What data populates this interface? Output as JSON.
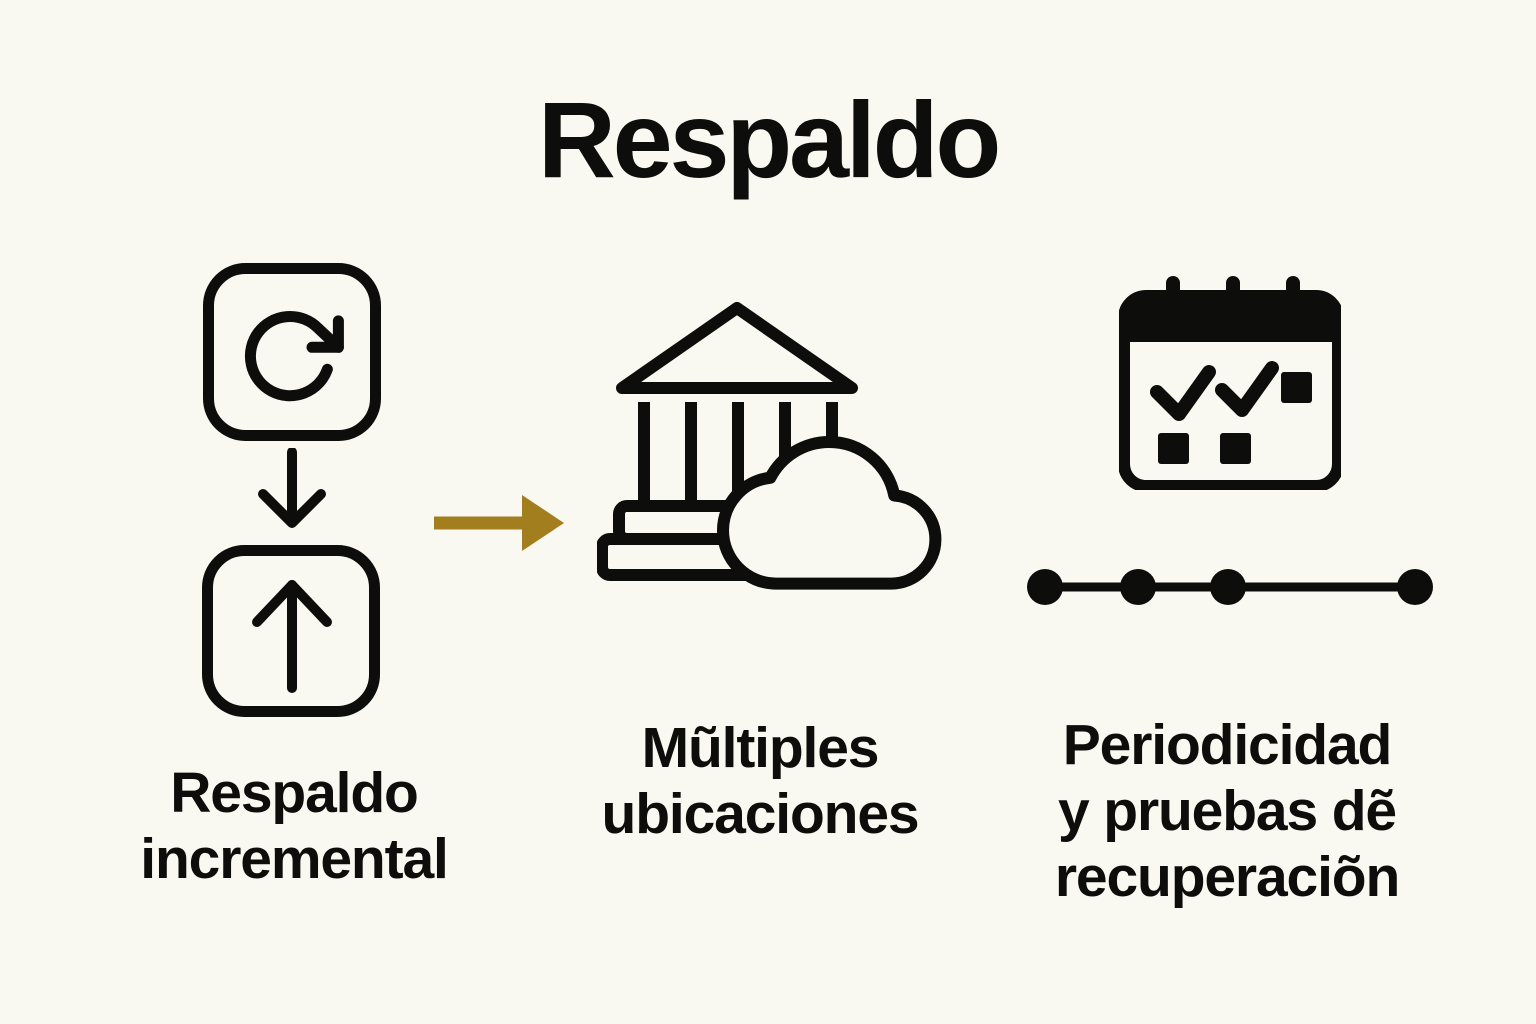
{
  "title": "Respaldo",
  "colors": {
    "bg": "#FAF9F1",
    "ink": "#0D0D0B",
    "accent": "#A37E1E"
  },
  "steps": [
    {
      "id": "respaldo-incremental",
      "label": "Respaldo\nincremental",
      "icons": [
        "refresh-square-icon",
        "arrow-down-icon",
        "upload-square-icon"
      ]
    },
    {
      "id": "multiples-ubicaciones",
      "label": "Mũltiples\nubicaciones",
      "icons": [
        "bank-cloud-icon"
      ]
    },
    {
      "id": "periodicidad-pruebas",
      "label": "Periodicidad\ny pruebas dẽ\nrecuperaciõn",
      "icons": [
        "calendar-checks-icon",
        "timeline-dots-icon"
      ]
    }
  ],
  "connector": {
    "shape": "arrow-right",
    "color": "#A37E1E"
  }
}
